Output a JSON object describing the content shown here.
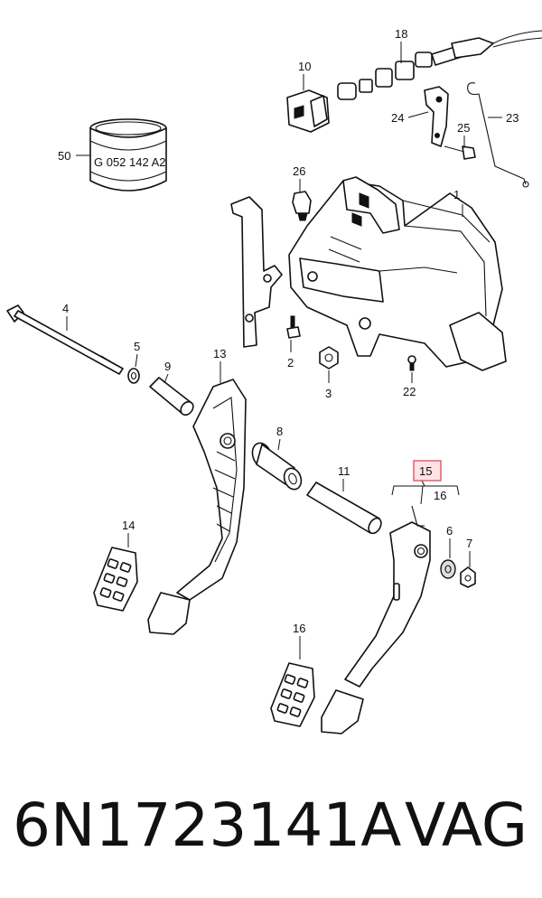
{
  "diagram": {
    "stamp_text": "G 052 142 A2",
    "highlight_color": "#e05565",
    "highlight_fill": "#fde3e6",
    "callouts": [
      {
        "id": "c1",
        "label": "1"
      },
      {
        "id": "c2",
        "label": "2"
      },
      {
        "id": "c3",
        "label": "3"
      },
      {
        "id": "c4",
        "label": "4"
      },
      {
        "id": "c5",
        "label": "5"
      },
      {
        "id": "c6",
        "label": "6"
      },
      {
        "id": "c7",
        "label": "7"
      },
      {
        "id": "c8",
        "label": "8"
      },
      {
        "id": "c9",
        "label": "9"
      },
      {
        "id": "c10",
        "label": "10"
      },
      {
        "id": "c11",
        "label": "11"
      },
      {
        "id": "c13",
        "label": "13"
      },
      {
        "id": "c14",
        "label": "14"
      },
      {
        "id": "c15",
        "label": "15",
        "highlighted": true
      },
      {
        "id": "c16a",
        "label": "16"
      },
      {
        "id": "c16b",
        "label": "16"
      },
      {
        "id": "c18",
        "label": "18"
      },
      {
        "id": "c22",
        "label": "22"
      },
      {
        "id": "c23",
        "label": "23"
      },
      {
        "id": "c24",
        "label": "24"
      },
      {
        "id": "c25",
        "label": "25"
      },
      {
        "id": "c26",
        "label": "26"
      },
      {
        "id": "c50",
        "label": "50"
      }
    ]
  },
  "caption": {
    "part_number": "6N1723141A",
    "brand": "VAG"
  }
}
